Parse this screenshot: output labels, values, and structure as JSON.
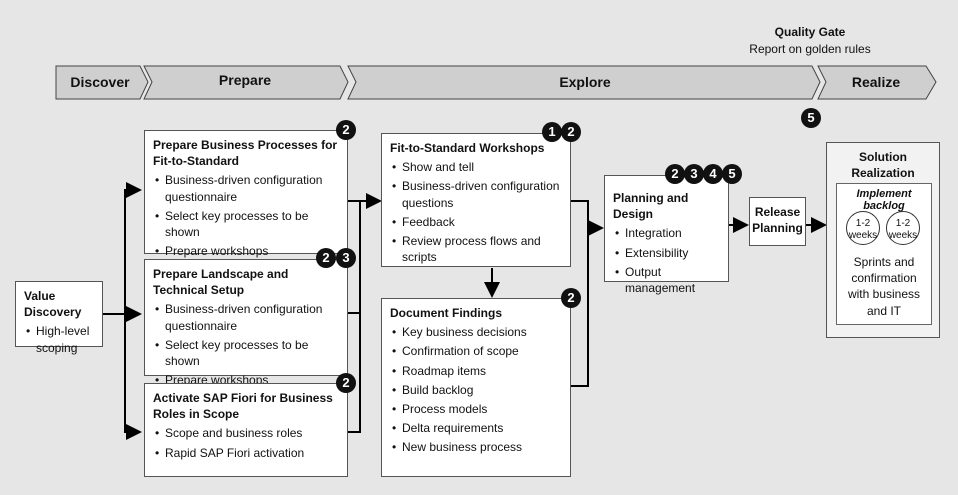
{
  "quality_gate": {
    "title": "Quality Gate",
    "subtitle": "Report on golden rules"
  },
  "phases": [
    {
      "label": "Discover"
    },
    {
      "label": "Prepare"
    },
    {
      "label": "Explore"
    },
    {
      "label": "Realize"
    }
  ],
  "value_discovery": {
    "title": "Value Discovery",
    "items": [
      "High-level scoping"
    ]
  },
  "prepare_business": {
    "title": "Prepare Business Processes for Fit-to-Standard",
    "items": [
      "Business-driven configuration questionnaire",
      "Select key processes to be shown",
      "Prepare workshops"
    ],
    "badges": [
      "2"
    ]
  },
  "prepare_landscape": {
    "title": "Prepare Landscape and Technical Setup",
    "items": [
      "Business-driven configuration questionnaire",
      "Select key processes to be shown",
      "Prepare workshops"
    ],
    "badges": [
      "2",
      "3"
    ]
  },
  "activate_fiori": {
    "title": "Activate SAP Fiori for Business Roles in Scope",
    "items": [
      "Scope and business roles",
      "Rapid SAP Fiori activation"
    ],
    "badges": [
      "2"
    ]
  },
  "fit_to_standard": {
    "title": "Fit-to-Standard Workshops",
    "items": [
      "Show and tell",
      "Business-driven configuration questions",
      "Feedback",
      "Review process flows and scripts"
    ],
    "badges": [
      "1",
      "2"
    ]
  },
  "document_findings": {
    "title": "Document Findings",
    "items": [
      "Key business decisions",
      "Confirmation of scope",
      "Roadmap items",
      "Build backlog",
      "Process models",
      "Delta requirements",
      "New business process"
    ],
    "badges": [
      "2"
    ]
  },
  "planning_design": {
    "title": "Planning and Design",
    "items": [
      "Integration",
      "Extensibility",
      "Output management"
    ],
    "badges": [
      "2",
      "3",
      "4",
      "5"
    ]
  },
  "release_planning": {
    "title": "Release Planning"
  },
  "quality_gate_badge": "5",
  "solution_realization": {
    "title": "Solution Realization",
    "backlog_title": "Implement backlog",
    "cycle_1": "1-2 weeks",
    "cycle_2": "1-2 weeks",
    "description": "Sprints and confirmation with business and IT"
  }
}
